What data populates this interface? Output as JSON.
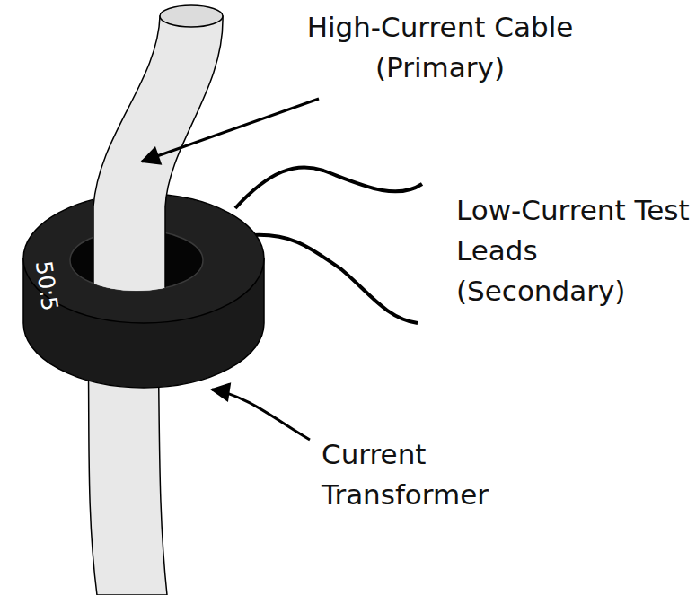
{
  "diagram": {
    "labels": [
      "High-Current Cable (Primary)",
      "Low-Current Test Leads (Secondary)",
      "Current Transformer",
      "50:5"
    ]
  }
}
